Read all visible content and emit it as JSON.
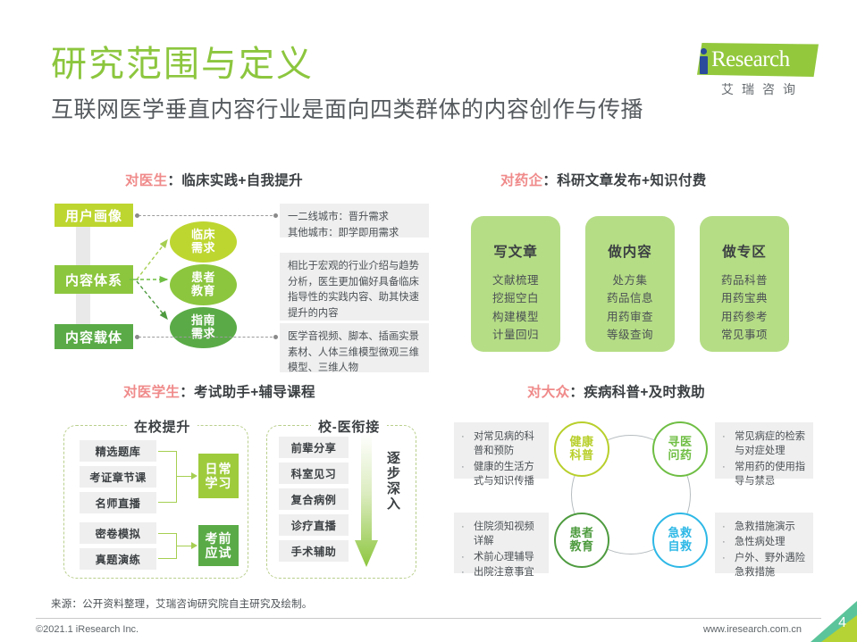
{
  "header": {
    "title": "研究范围与定义",
    "subtitle": "互联网医学垂直内容行业是面向四类群体的内容创作与传播",
    "logo_text": "Research",
    "logo_cn": "艾瑞咨询"
  },
  "doctors": {
    "heading_highlight": "对医生",
    "heading_rest": "：临床实践+自我提升",
    "left_boxes": [
      {
        "label": "用户画像",
        "color": "#bed630"
      },
      {
        "label": "内容体系",
        "color": "#8cc63e"
      },
      {
        "label": "内容载体",
        "color": "#5aab47"
      }
    ],
    "ellipses": [
      {
        "line1": "临床",
        "line2": "需求",
        "color": "#bed630"
      },
      {
        "line1": "患者",
        "line2": "教育",
        "color": "#8cc63e"
      },
      {
        "line1": "指南",
        "line2": "需求",
        "color": "#5aab47"
      }
    ],
    "panels": [
      "一二线城市：晋升需求\n其他城市：即学即用需求",
      "相比于宏观的行业介绍与趋势分析，医生更加偏好具备临床指导性的实践内容、助其快速提升的内容",
      "医学音视频、脚本、插画实景素材、人体三维模型微观三维模型、三维人物"
    ]
  },
  "pharma": {
    "heading_highlight": "对药企",
    "heading_rest": "：科研文章发布+知识付费",
    "cards": [
      {
        "title": "写文章",
        "items": [
          "文献梳理",
          "挖掘空白",
          "构建模型",
          "计量回归"
        ]
      },
      {
        "title": "做内容",
        "items": [
          "处方集",
          "药品信息",
          "用药审查",
          "等级查询"
        ]
      },
      {
        "title": "做专区",
        "items": [
          "药品科普",
          "用药宝典",
          "用药参考",
          "常见事项"
        ]
      }
    ],
    "card_color": "#b5dd86"
  },
  "students": {
    "heading_highlight": "对医学生",
    "heading_rest": "：考试助手+辅导课程",
    "left_group": {
      "label": "在校提升",
      "chips_top": [
        "精选题库",
        "考证章节课",
        "名师直播"
      ],
      "chips_bottom": [
        "密卷模拟",
        "真题演练"
      ],
      "out_top": {
        "line1": "日常",
        "line2": "学习",
        "color": "#9ecb3c"
      },
      "out_bottom": {
        "line1": "考前",
        "line2": "应试",
        "color": "#5aab47"
      }
    },
    "right_group": {
      "label": "校-医衔接",
      "chips": [
        "前辈分享",
        "科室见习",
        "复合病例",
        "诊疗直播",
        "手术辅助"
      ],
      "vertical_label": "逐步深入"
    }
  },
  "public": {
    "heading_highlight": "对大众",
    "heading_rest": "：疾病科普+及时救助",
    "circles": [
      {
        "line1": "健康",
        "line2": "科普",
        "color": "#b8cf2b"
      },
      {
        "line1": "寻医",
        "line2": "问药",
        "color": "#6fbe44"
      },
      {
        "line1": "患者",
        "line2": "教育",
        "color": "#4e9b3f"
      },
      {
        "line1": "急救",
        "line2": "自救",
        "color": "#2eb8e6"
      }
    ],
    "panels": [
      {
        "items": [
          "对常见病的科普和预防",
          "健康的生活方式与知识传播"
        ]
      },
      {
        "items": [
          "常见病症的检索与对症处理",
          "常用药的使用指导与禁忌"
        ]
      },
      {
        "items": [
          "住院须知视频详解",
          "术前心理辅导",
          "出院注意事宜"
        ]
      },
      {
        "items": [
          "急救措施演示",
          "急性病处理",
          "户外、野外遇险急救措施"
        ]
      }
    ]
  },
  "footer": {
    "source": "来源：公开资料整理，艾瑞咨询研究院自主研究及绘制。",
    "copyright": "©2021.1 iResearch Inc.",
    "url": "www.iresearch.com.cn",
    "page": "4"
  }
}
